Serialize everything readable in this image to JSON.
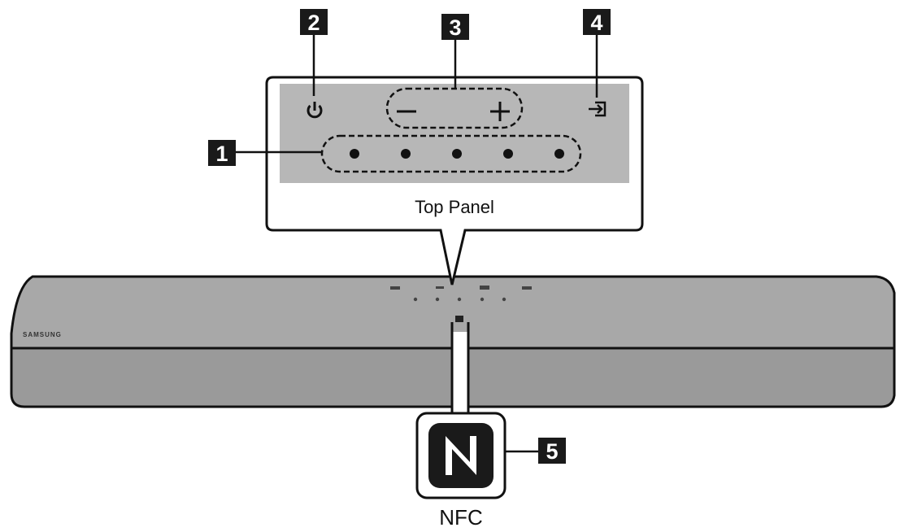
{
  "callouts": [
    {
      "number": "1"
    },
    {
      "number": "2"
    },
    {
      "number": "3"
    },
    {
      "number": "4"
    },
    {
      "number": "5"
    }
  ],
  "top_panel_label": "Top Panel",
  "nfc_label": "NFC",
  "brand_text": "SAMSUNG",
  "colors": {
    "panel_gray": "#b7b7b7",
    "bar_top": "#a9a9a9",
    "bar_front": "#999999",
    "outline": "#111111",
    "badge_bg": "#1a1a1a",
    "badge_text": "#ffffff"
  },
  "icons": [
    "power-icon",
    "volume-down-icon",
    "volume-up-icon",
    "source-input-icon",
    "nfc-icon"
  ]
}
